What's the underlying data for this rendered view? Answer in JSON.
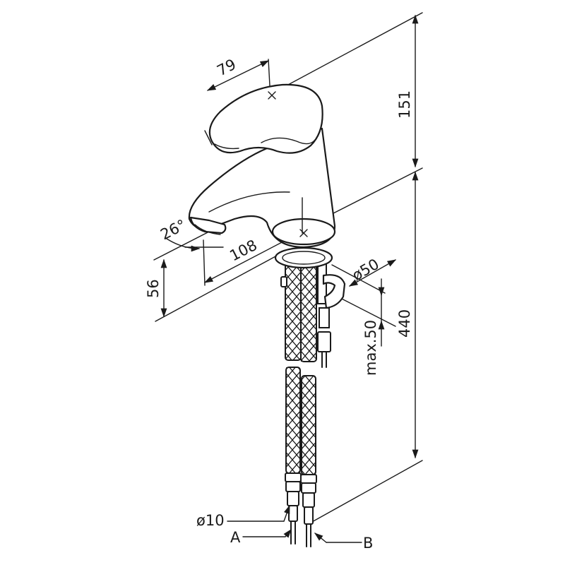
{
  "dimensions": {
    "lever_width": "79",
    "upper_height": "151",
    "lower_height": "440",
    "spout_angle": "26°",
    "spout_reach": "108",
    "spout_height": "56",
    "base_diameter": "ø50",
    "max_thickness": "max.50",
    "hose_diameter": "ø10"
  },
  "labels": {
    "hose_a": "A",
    "hose_b": "B"
  }
}
